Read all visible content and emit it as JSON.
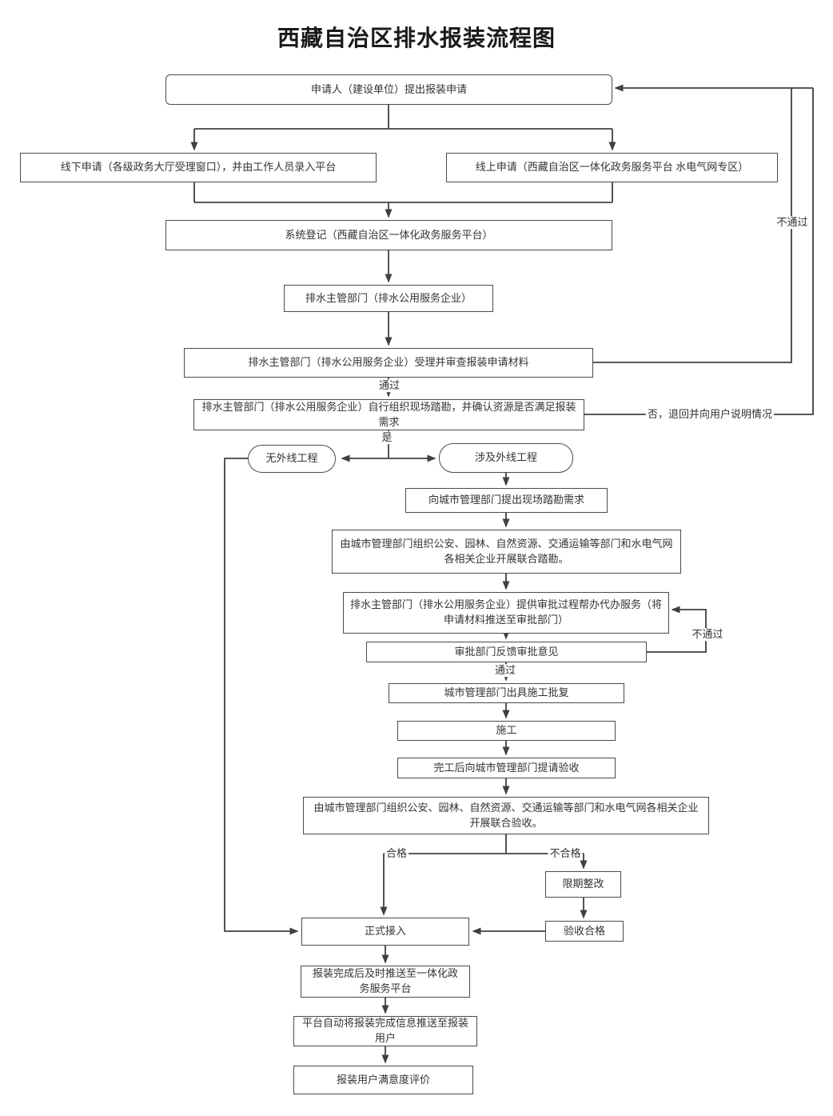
{
  "title": "西藏自治区排水报装流程图",
  "colors": {
    "line": "#404040",
    "box_border": "#4a4a4a",
    "box_fill": "#ffffff",
    "text": "#333333"
  },
  "nodes": {
    "apply": "申请人（建设单位）提出报装申请",
    "offline": "线下申请（各级政务大厅受理窗口），并由工作人员录入平台",
    "online": "线上申请（西藏自治区一体化政务服务平台 水电气网专区）",
    "register": "系统登记（西藏自治区一体化政务服务平台）",
    "authority": "排水主管部门（排水公用服务企业）",
    "review": "排水主管部门（排水公用服务企业）受理并审查报装申请材料",
    "survey": "排水主管部门（排水公用服务企业）自行组织现场踏勘，并确认资源是否满足报装需求",
    "no_outline": "无外线工程",
    "outline": "涉及外线工程",
    "request_survey": "向城市管理部门提出现场踏勘需求",
    "joint_survey": "由城市管理部门组织公安、园林、自然资源、交通运输等部门和水电气网各相关企业开展联合踏勘。",
    "assist": "排水主管部门（排水公用服务企业）提供审批过程帮办代办服务（将申请材料推送至审批部门）",
    "feedback": "审批部门反馈审批意见",
    "permit": "城市管理部门出具施工批复",
    "construction": "施工",
    "acceptance_request": "完工后向城市管理部门提请验收",
    "joint_acceptance": "由城市管理部门组织公安、园林、自然资源、交通运输等部门和水电气网各相关企业开展联合验收。",
    "rectify": "限期整改",
    "accepted": "验收合格",
    "connect": "正式接入",
    "push_platform": "报装完成后及时推送至一体化政务服务平台",
    "push_user": "平台自动将报装完成信息推送至报装用户",
    "evaluation": "报装用户满意度评价"
  },
  "edge_labels": {
    "pass_review": "通过",
    "fail_review": "不通过",
    "yes": "是",
    "no_return": "否，退回并向用户说明情况",
    "pass_approval": "通过",
    "fail_approval": "不通过",
    "qualified": "合格",
    "unqualified": "不合格"
  },
  "edges": [
    {
      "from": "apply",
      "to": "offline"
    },
    {
      "from": "apply",
      "to": "online"
    },
    {
      "from": "offline",
      "to": "register"
    },
    {
      "from": "online",
      "to": "register"
    },
    {
      "from": "register",
      "to": "authority"
    },
    {
      "from": "authority",
      "to": "review"
    },
    {
      "from": "review",
      "to": "survey",
      "label": "通过"
    },
    {
      "from": "review",
      "to": "apply",
      "label": "不通过"
    },
    {
      "from": "survey",
      "to": "no_outline",
      "label": "是"
    },
    {
      "from": "survey",
      "to": "outline",
      "label": "是"
    },
    {
      "from": "survey",
      "to": "apply",
      "label": "否，退回并向用户说明情况"
    },
    {
      "from": "no_outline",
      "to": "connect"
    },
    {
      "from": "outline",
      "to": "request_survey"
    },
    {
      "from": "request_survey",
      "to": "joint_survey"
    },
    {
      "from": "joint_survey",
      "to": "assist"
    },
    {
      "from": "assist",
      "to": "feedback"
    },
    {
      "from": "feedback",
      "to": "assist",
      "label": "不通过"
    },
    {
      "from": "feedback",
      "to": "permit",
      "label": "通过"
    },
    {
      "from": "permit",
      "to": "construction"
    },
    {
      "from": "construction",
      "to": "acceptance_request"
    },
    {
      "from": "acceptance_request",
      "to": "joint_acceptance"
    },
    {
      "from": "joint_acceptance",
      "to": "connect",
      "label": "合格"
    },
    {
      "from": "joint_acceptance",
      "to": "rectify",
      "label": "不合格"
    },
    {
      "from": "rectify",
      "to": "accepted"
    },
    {
      "from": "accepted",
      "to": "connect"
    },
    {
      "from": "connect",
      "to": "push_platform"
    },
    {
      "from": "push_platform",
      "to": "push_user"
    },
    {
      "from": "push_user",
      "to": "evaluation"
    }
  ]
}
